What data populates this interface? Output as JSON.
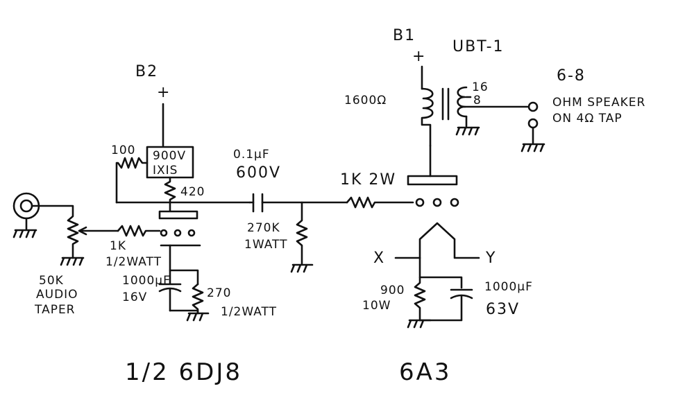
{
  "supplies": {
    "b2": "B2",
    "b1": "B1",
    "plus": "+"
  },
  "regulator": {
    "line1": "900V",
    "line2": "IXIS",
    "resistor_top": "100",
    "resistor_bottom": "420"
  },
  "input": {
    "pot_line1": "50K",
    "pot_line2": "AUDIO",
    "pot_line3": "TAPER",
    "series_r_value": "1K",
    "series_r_watt": "1/2WATT"
  },
  "cathode_6dj8": {
    "cap_value": "1000μF",
    "cap_voltage": "16V",
    "res_value": "270",
    "res_watt": "1/2WATT"
  },
  "coupling": {
    "cap_value": "0.1μF",
    "cap_voltage": "600V",
    "grid_res_value": "270K",
    "grid_res_watt": "1WATT",
    "grid_stopper": "1K 2W"
  },
  "output": {
    "transformer": "UBT-1",
    "primary": "1600Ω",
    "tap16": "16",
    "tap8": "8",
    "spk_line1": "6-8",
    "spk_line2": "OHM SPEAKER",
    "spk_line3": "ON 4Ω TAP"
  },
  "cathode_6a3": {
    "res_value": "900",
    "res_watt": "10W",
    "cap_value": "1000μF",
    "cap_voltage": "63V",
    "fil_x": "X",
    "fil_y": "Y"
  },
  "tubes": {
    "driver": "1/2 6DJ8",
    "output": "6A3"
  }
}
